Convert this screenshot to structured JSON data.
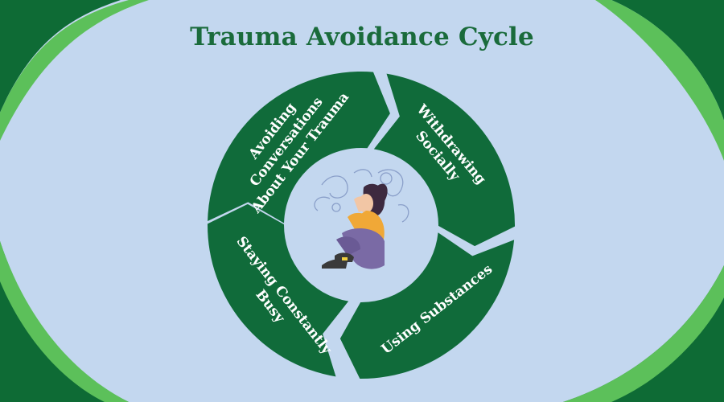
{
  "title": "Trauma Avoidance Cycle",
  "colors": {
    "background": "#c3d7ef",
    "segment": "#106b3a",
    "title": "#1a6b3b",
    "swoosh_dark": "#0e6b35",
    "swoosh_light": "#5cc05a"
  },
  "center_illustration": "person-hugging-knees-anxious",
  "segments": [
    {
      "lines": [
        "Avoiding",
        "Conversations",
        "About Your Trauma"
      ]
    },
    {
      "lines": [
        "Withdrawing",
        "Socially"
      ]
    },
    {
      "lines": [
        "Using Substances"
      ]
    },
    {
      "lines": [
        "Staying Constantly",
        "Busy"
      ]
    }
  ]
}
